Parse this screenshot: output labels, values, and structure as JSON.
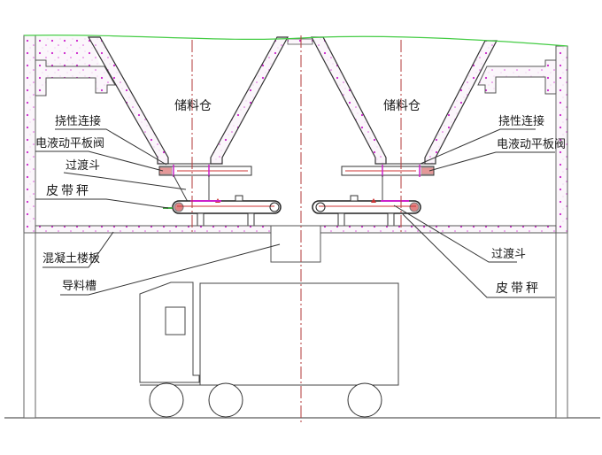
{
  "diagram": {
    "type": "engineering-section",
    "description": "Silo discharge system section: storage bins, flexible connection, electro-hydraulic flat gate valve, transition hopper, belt scale, concrete floor slab, guide chute and truck below",
    "colors": {
      "line": "#333333",
      "concrete_fill": "#fbf6fb",
      "concrete_dots": "#cc22cc",
      "centerline": "#b33a3a",
      "material_surface": "#44cc44"
    }
  },
  "labels": {
    "bin_left": "储料仓",
    "bin_right": "储料仓",
    "flexible_joint_left": "挠性连接",
    "flexible_joint_right": "挠性连接",
    "gate_valve_left": "电液动平板阀",
    "gate_valve_right": "电液动平板阀",
    "transition_hopper_left": "过渡斗",
    "transition_hopper_right": "过渡斗",
    "belt_scale_left": "皮带秤",
    "belt_scale_right": "皮带秤",
    "floor_slab": "混凝土楼板",
    "guide_chute": "导料槽"
  },
  "components": [
    {
      "name": "storage-bin",
      "count": 2,
      "label": "储料仓"
    },
    {
      "name": "flexible-connection",
      "count": 2,
      "label": "挠性连接"
    },
    {
      "name": "electro-hydraulic-flat-gate-valve",
      "count": 2,
      "label": "电液动平板阀"
    },
    {
      "name": "transition-hopper",
      "count": 2,
      "label": "过渡斗"
    },
    {
      "name": "belt-scale",
      "count": 2,
      "label": "皮带秤"
    },
    {
      "name": "concrete-floor-slab",
      "count": 1,
      "label": "混凝土楼板"
    },
    {
      "name": "guide-chute",
      "count": 1,
      "label": "导料槽"
    },
    {
      "name": "truck",
      "count": 1,
      "label": ""
    }
  ]
}
